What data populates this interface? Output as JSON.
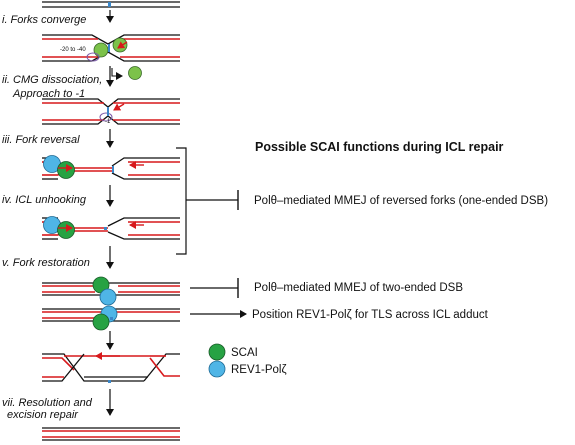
{
  "steps": {
    "s1": "i. Forks converge",
    "s2a": "ii. CMG dissociation,",
    "s2b": "Approach to -1",
    "s3": "iii. Fork reversal",
    "s4": "iv. ICL unhooking",
    "s5": "v. Fork restoration",
    "s7a": "vii. Resolution and",
    "s7b": "excision repair"
  },
  "positions": {
    "p_20_40": "-20 to -40",
    "p_1": "-1"
  },
  "heading": "Possible SCAI functions during ICL repair",
  "functions": {
    "f1": "Polθ–mediated MMEJ of reversed forks (one-ended DSB)",
    "f2": "Polθ–mediated MMEJ of two-ended DSB",
    "f3": "Position REV1-Polζ for TLS across ICL adduct"
  },
  "legend": {
    "scai": "SCAI",
    "rev1": "REV1-Polζ"
  },
  "colors": {
    "strand_parental": "#111111",
    "strand_nascent": "#d7191c",
    "scai": "#27a243",
    "rev1": "#4fb5e6",
    "cmg": "#7cc24a",
    "icl": "#3a86c8"
  }
}
